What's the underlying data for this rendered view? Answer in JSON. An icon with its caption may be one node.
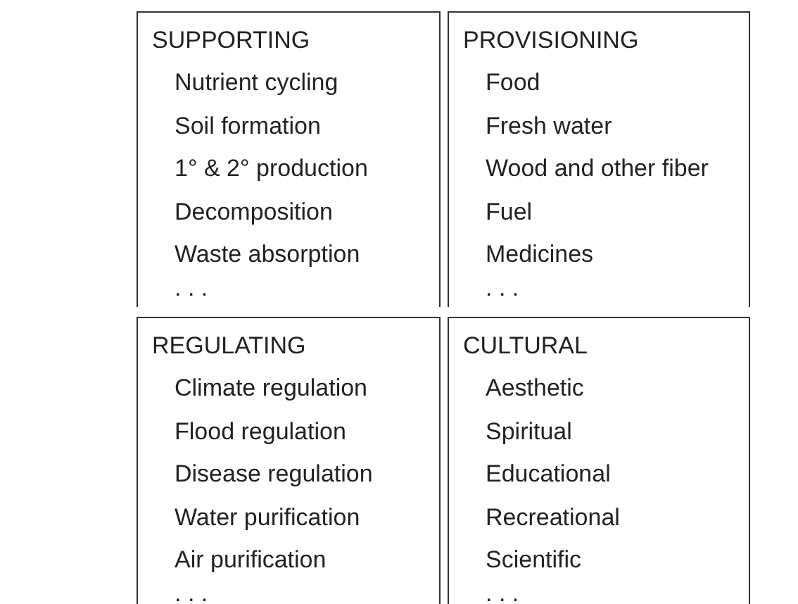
{
  "diagram": {
    "nodes": [
      {
        "text": [
          "SUPPORTING",
          "Nutrient cycling",
          "Soil formation",
          "1° & 2° production",
          "Decomposition",
          "Waste absorption",
          ". . ."
        ]
      },
      {
        "text": [
          "PROVISIONING",
          "Food",
          "Fresh water",
          "Wood and other fiber",
          "Fuel",
          "Medicines",
          ". . ."
        ]
      },
      {
        "text": [
          "REGULATING",
          "Climate regulation",
          "Flood regulation",
          "Disease regulation",
          "Water purification",
          "Air purification",
          ". . ."
        ]
      },
      {
        "text": [
          "CULTURAL",
          "Aesthetic",
          "Spiritual",
          "Educational",
          "Recreational",
          "Scientific",
          ". . ."
        ]
      }
    ]
  }
}
